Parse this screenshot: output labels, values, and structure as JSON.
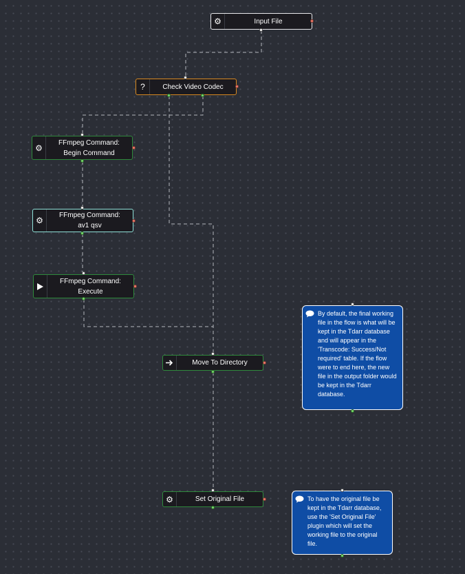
{
  "nodes": {
    "input_file": {
      "label": "Input File",
      "icon": "gear-icon"
    },
    "check_video_codec": {
      "label": "Check Video Codec",
      "icon": "question-icon"
    },
    "ffmpeg_begin": {
      "line1": "FFmpeg Command:",
      "line2": "Begin Command",
      "icon": "gear-icon"
    },
    "ffmpeg_av1": {
      "line1": "FFmpeg Command:",
      "line2": "av1 qsv",
      "icon": "gear-icon"
    },
    "ffmpeg_execute": {
      "line1": "FFmpeg Command:",
      "line2": "Execute",
      "icon": "play-icon"
    },
    "move_to_directory": {
      "label": "Move To Directory",
      "icon": "arrow-right-icon"
    },
    "set_original_file": {
      "label": "Set Original File",
      "icon": "gear-icon"
    }
  },
  "comments": {
    "working_file_note": "By default, the final working file in the flow is what will be kept in the Tdarr database and will appear in the 'Transcode: Success/Not required' table. If the flow were to end here, the new file in the output folder would be kept in the Tdarr database.",
    "original_file_note": "To have the original file be kept in the Tdarr database, use the 'Set Original File' plugin which will set the working file to the original file."
  },
  "colors": {
    "canvas": "#2b2e36",
    "node_fill": "#1b1a1f",
    "node_border_default": "#2f8a3c",
    "node_border_input": "#e7e7ea",
    "node_border_codec": "#d98a21",
    "node_border_selected": "#8fe2d9",
    "comment_fill": "#0f4da5",
    "handle_output": "#77d86c",
    "handle_error": "#f07a6a",
    "edge": "#b5b8bf"
  }
}
